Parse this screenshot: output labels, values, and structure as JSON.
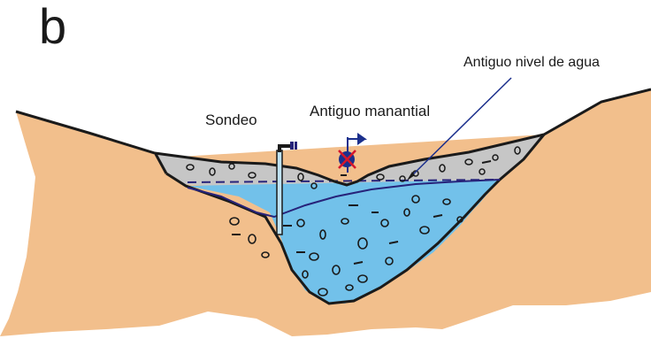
{
  "panel_label": "b",
  "labels": {
    "sondeo": "Sondeo",
    "antiguo_manantial": "Antiguo manantial",
    "antiguo_nivel_agua": "Antiguo nivel de agua"
  },
  "colors": {
    "bedrock": "#f2bf8c",
    "sediment_dry": "#c6c6c6",
    "aquifer": "#72c1ea",
    "water_table": "#27237a",
    "outline": "#1a1a1a",
    "spring_symbol": "#1b2f8c",
    "cross": "#d6162b"
  },
  "icons": {
    "spring": "spring-symbol-icon",
    "cross": "cross-icon",
    "flag": "flag-icon",
    "well": "borehole-icon"
  }
}
